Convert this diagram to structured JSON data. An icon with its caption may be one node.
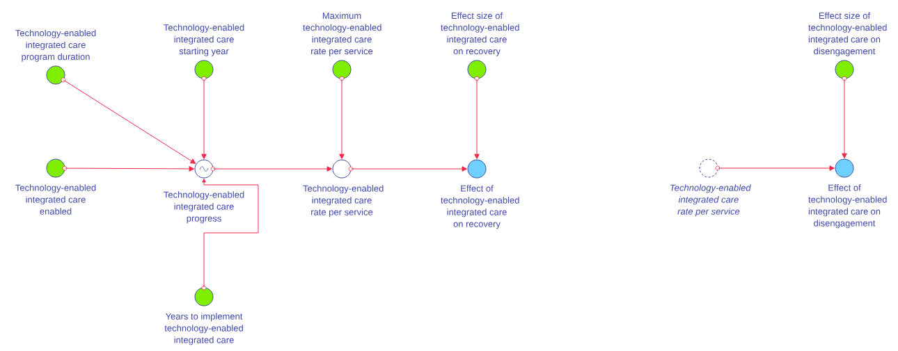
{
  "diagram": {
    "nodes": [
      {
        "text": [
          "Technology-enabled integrated care program duration"
        ]
      },
      {
        "text": [
          "Technology-enabled integrated care starting year"
        ]
      },
      {
        "text": [
          "Maximum technology-enabled integrated care rate per service"
        ]
      },
      {
        "text": [
          "Effect size of technology-enabled integrated care on recovery"
        ]
      },
      {
        "text": [
          "Effect size of technology-enabled integrated care on disengagement"
        ]
      },
      {
        "text": [
          "Technology-enabled integrated care enabled"
        ]
      },
      {
        "text": [
          "Technology-enabled integrated care progress"
        ]
      },
      {
        "text": [
          "Technology-enabled integrated care rate per service"
        ]
      },
      {
        "text": [
          "Effect of technology-enabled integrated care on recovery"
        ]
      },
      {
        "text": [
          "Years to implement technology-enabled integrated care"
        ]
      },
      {
        "text": [
          "Technology-enabled integrated care rate per service"
        ]
      },
      {
        "text": [
          "Effect of technology-enabled integrated care on disengagement"
        ]
      }
    ],
    "edges": [
      {
        "from": 0,
        "to": 6,
        "arrow": "to"
      },
      {
        "from": 1,
        "to": 6,
        "arrow": "to"
      },
      {
        "from": 5,
        "to": 6,
        "arrow": "to"
      },
      {
        "from": 9,
        "to": 6,
        "arrow": "to"
      },
      {
        "from": 6,
        "to": 7,
        "arrow": "to"
      },
      {
        "from": 2,
        "to": 7,
        "arrow": "to"
      },
      {
        "from": 7,
        "to": 8,
        "arrow": "to"
      },
      {
        "from": 3,
        "to": 8,
        "arrow": "to"
      },
      {
        "from": 4,
        "to": 11,
        "arrow": "to"
      },
      {
        "from": 10,
        "to": 11,
        "arrow": "to"
      }
    ]
  }
}
